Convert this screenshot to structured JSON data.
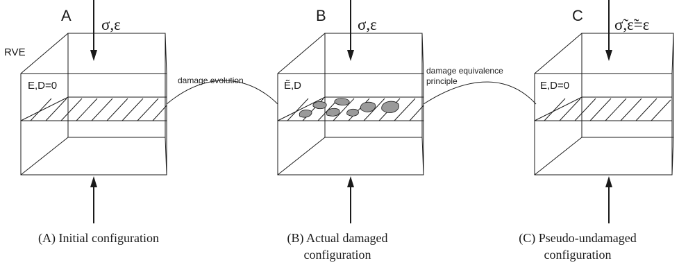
{
  "colors": {
    "ink": "#1a1a1a",
    "damage_fill": "#9a9a9a",
    "background": "#ffffff"
  },
  "panels": [
    {
      "id": "A",
      "letter": "A",
      "load": "σ,ε",
      "properties": "E,D=0",
      "caption_lines": [
        "(A) Initial configuration"
      ],
      "section": "hatched"
    },
    {
      "id": "B",
      "letter": "B",
      "load": "σ,ε",
      "properties": "Ẽ,D",
      "caption_lines": [
        "(B) Actual damaged",
        "configuration"
      ],
      "section": "hatched-with-voids"
    },
    {
      "id": "C",
      "letter": "C",
      "load": "σ̃,ε̃=ε",
      "properties": "E,D=0",
      "caption_lines": [
        "(C) Pseudo-undamaged",
        "configuration"
      ],
      "section": "hatched"
    }
  ],
  "rve_label": "RVE",
  "connectors": [
    {
      "from": "A",
      "to": "B",
      "lines": [
        "damage evolution"
      ]
    },
    {
      "from": "B",
      "to": "C",
      "lines": [
        "damage equivalence",
        "principle"
      ]
    }
  ]
}
